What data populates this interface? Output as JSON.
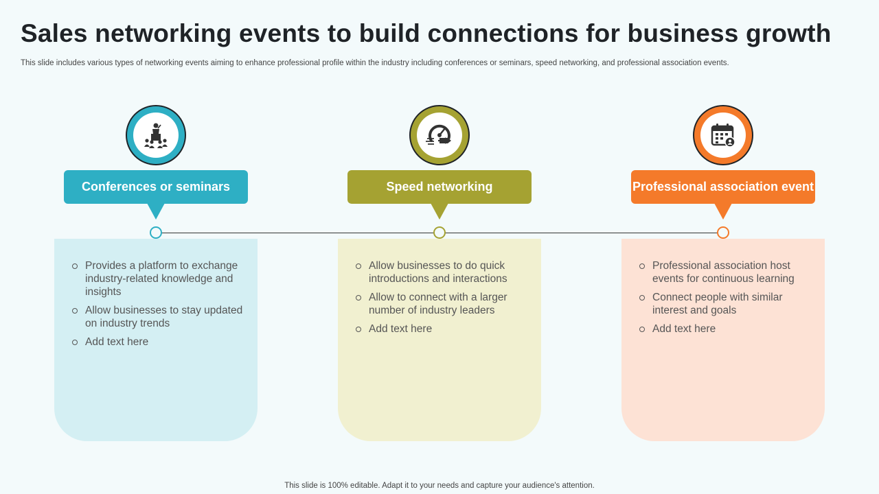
{
  "title": "Sales networking events to build connections for business growth",
  "subtitle": "This slide includes various types of networking events aiming to enhance professional profile within the industry including conferences or seminars, speed networking, and professional association events.",
  "footer": "This slide is 100% editable. Adapt it to your needs and capture your audience's attention.",
  "columns": [
    {
      "label": "Conferences or seminars",
      "icon": "conference-icon",
      "color": "#2eafc4",
      "card_color": "#d4eff3",
      "bullets": [
        "Provides a platform to exchange industry-related knowledge and insights",
        "Allow businesses to stay updated on industry trends",
        "Add text here"
      ]
    },
    {
      "label": "Speed networking",
      "icon": "speedometer-icon",
      "color": "#a5a232",
      "card_color": "#f1f0d0",
      "bullets": [
        "Allow businesses to do quick introductions and interactions",
        "Allow to connect with a larger number of industry leaders",
        "Add text here"
      ]
    },
    {
      "label": "Professional association event",
      "icon": "calendar-event-icon",
      "color": "#f47a2a",
      "card_color": "#fde2d5",
      "bullets": [
        "Professional association host events for continuous learning",
        "Connect people with similar interest and goals",
        "Add text here"
      ]
    }
  ]
}
